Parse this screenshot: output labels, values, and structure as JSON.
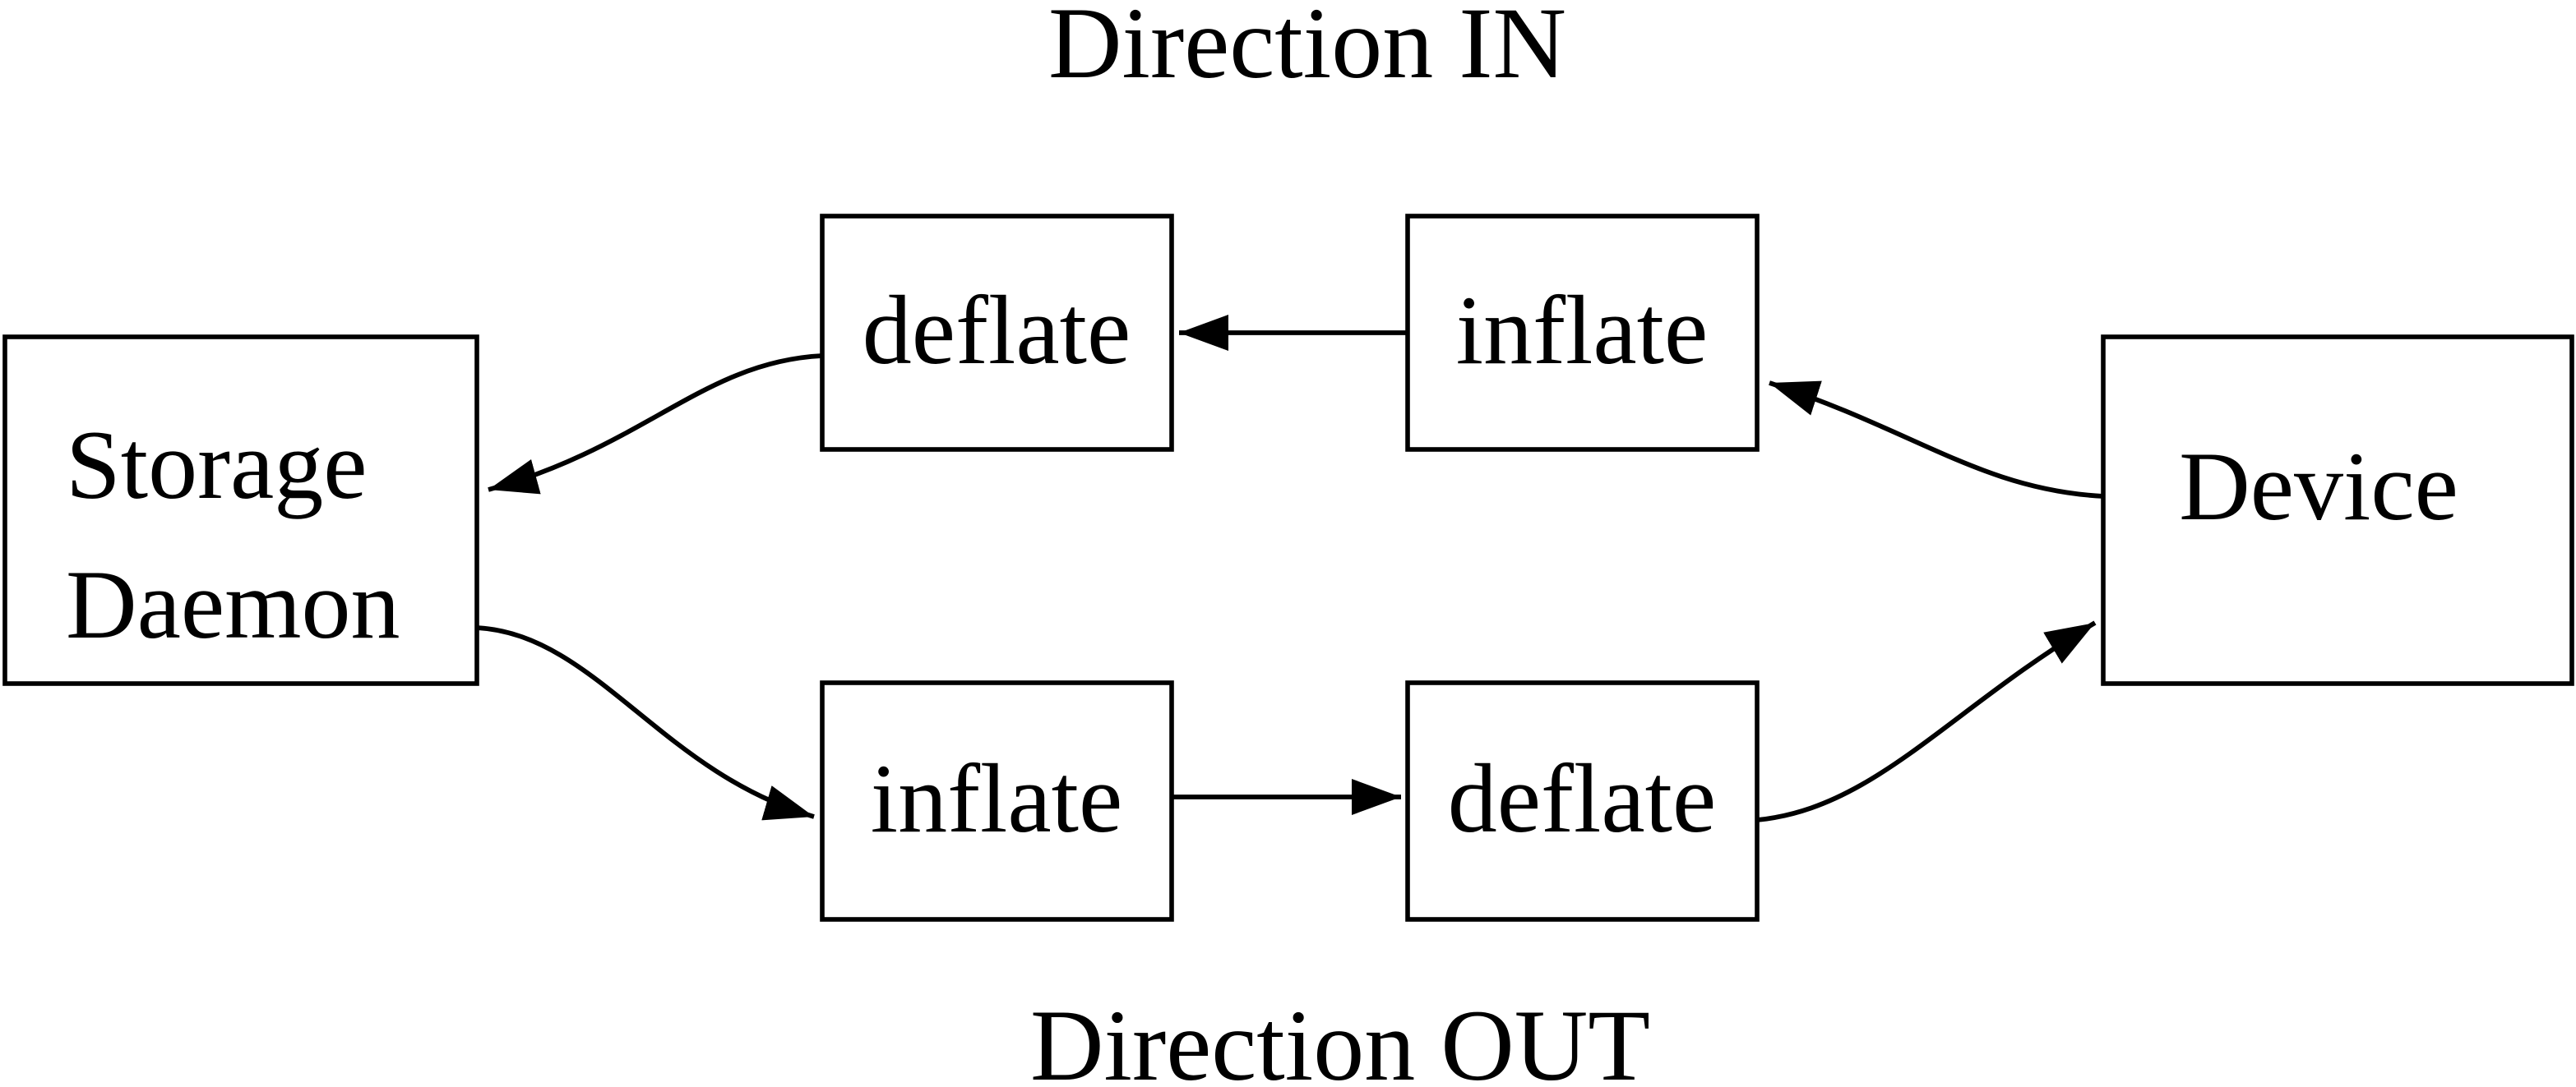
{
  "diagram": {
    "title_top": "Direction IN",
    "title_bottom": "Direction OUT",
    "nodes": {
      "storage_daemon": {
        "label_line1": "Storage",
        "label_line2": "Daemon"
      },
      "deflate_in": {
        "label": "deflate"
      },
      "inflate_in": {
        "label": "inflate"
      },
      "inflate_out": {
        "label": "inflate"
      },
      "deflate_out": {
        "label": "deflate"
      },
      "device": {
        "label": "Device"
      }
    },
    "edges": [
      {
        "from": "device",
        "to": "inflate_in",
        "direction": "IN"
      },
      {
        "from": "inflate_in",
        "to": "deflate_in",
        "direction": "IN"
      },
      {
        "from": "deflate_in",
        "to": "storage_daemon",
        "direction": "IN"
      },
      {
        "from": "storage_daemon",
        "to": "inflate_out",
        "direction": "OUT"
      },
      {
        "from": "inflate_out",
        "to": "deflate_out",
        "direction": "OUT"
      },
      {
        "from": "deflate_out",
        "to": "device",
        "direction": "OUT"
      }
    ],
    "colors": {
      "line": "#000000",
      "background": "#ffffff"
    }
  }
}
